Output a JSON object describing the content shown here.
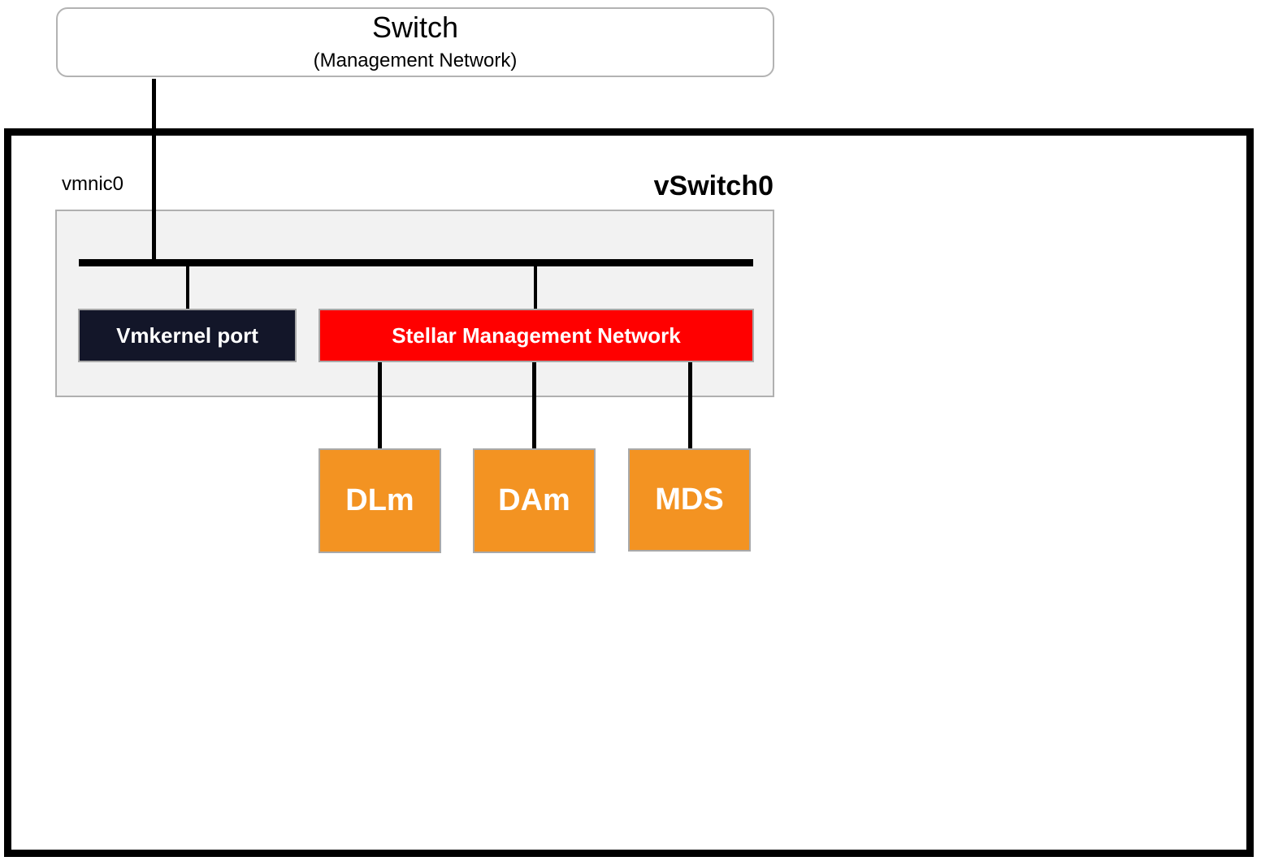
{
  "switch": {
    "title": "Switch",
    "subtitle": "(Management Network)"
  },
  "host": {
    "uplink_label": "vmnic0",
    "vswitch_label": "vSwitch0"
  },
  "port_groups": [
    {
      "label": "Vmkernel port",
      "color": "#131629"
    },
    {
      "label": "Stellar Management Network",
      "color": "#ff0000"
    }
  ],
  "vms": [
    {
      "label": "DLm",
      "color": "#f39322"
    },
    {
      "label": "DAm",
      "color": "#f39322"
    },
    {
      "label": "MDS",
      "color": "#f39322"
    }
  ]
}
